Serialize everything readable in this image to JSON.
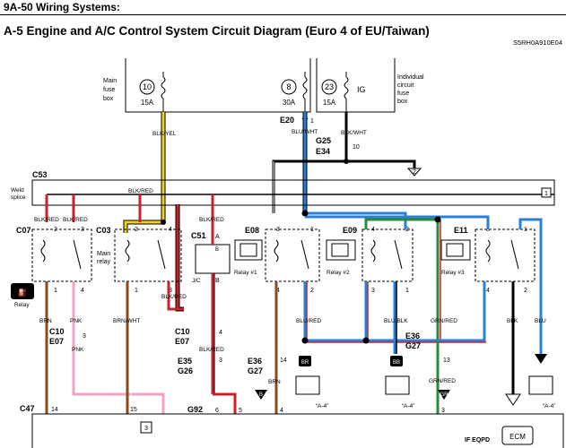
{
  "header": {
    "page_section": "9A-50   Wiring Systems:"
  },
  "title": "A-5 Engine and A/C Control System Circuit Diagram (Euro 4 of EU/Taiwan)",
  "doc_code": "S5RH0A910E04",
  "fuse_box": {
    "main_label_1": "Main",
    "main_label_2": "fuse",
    "main_label_3": "box",
    "indiv_label_1": "Individual",
    "indiv_label_2": "circuit",
    "indiv_label_3": "fuse",
    "indiv_label_4": "box",
    "fuse_10_num": "10",
    "fuse_10_amp": "15A",
    "fuse_8_num": "8",
    "fuse_8_amp": "30A",
    "fuse_23_num": "23",
    "fuse_23_amp": "15A",
    "ig": "IG"
  },
  "wires": {
    "blk_yel": "BLK/YEL",
    "blu_wht": "BLU/WHT",
    "blk_wht": "BLK/WHT",
    "blk_wht2": "BLK/WHT",
    "blk_red_1": "BLK/RED",
    "blk_red_2": "BLK/RED",
    "blk_red_3": "BLK/RED",
    "blk_red_4": "BLK/RED",
    "blk_red_5": "BLK/RED",
    "blk_red_6": "BLK/RED",
    "brn_1": "BRN",
    "pnk_1": "PNK",
    "pnk_2": "PNK",
    "brn_wht": "BRN/WHT",
    "blu_red": "BLU/RED",
    "blu_blk": "BLU/BLK",
    "grn_red": "GRN/RED",
    "grn_red2": "GRN/RED",
    "blk": "BLK",
    "blu": "BLU",
    "brn_2": "BRN"
  },
  "connectors": {
    "e20": "E20",
    "e20_pin": "1",
    "g25": "G25",
    "e34": "E34",
    "g25_pin": "10",
    "c53": "C53",
    "weld_splice_1": "Weld",
    "weld_splice_2": "splice",
    "c07": "C07",
    "c07_p2": "2",
    "c07_p3": "3",
    "c07_p1": "1",
    "c07_p4": "4",
    "c03": "C03",
    "c03_p2": "2",
    "c03_p4": "4",
    "c03_p1": "1",
    "c03_p3": "3",
    "main_relay_1": "Main",
    "main_relay_2": "relay",
    "c51": "C51",
    "c51_a": "A",
    "c51_b1": "B",
    "c51_b2": "B",
    "jc": "J/C",
    "e08": "E08",
    "e08_p3": "3",
    "e08_p1": "1",
    "e08_p4": "4",
    "e08_p2": "2",
    "e09": "E09",
    "e09_p4": "4",
    "e09_p2": "2",
    "e09_p3": "3",
    "e09_p1": "1",
    "e11": "E11",
    "e11_p3": "3",
    "e11_p1": "1",
    "e11_p4": "4",
    "e11_p2": "2",
    "relay1": "Relay #1",
    "relay2": "Relay #2",
    "relay3": "Relay #3",
    "c10_left": "C10",
    "e07_left": "E07",
    "c10_left_pin": "3",
    "c10_mid": "C10",
    "e07_mid": "E07",
    "c10_mid_pin": "4",
    "e35": "E35",
    "g26": "G26",
    "e35_pin": "3",
    "e36_l": "E36",
    "g27_l": "G27",
    "e36_l_pin": "14",
    "e36_r": "E36",
    "g27_r": "G27",
    "e36_r_pin": "13",
    "c47": "C47",
    "c47_pin": "14",
    "pin_15": "15",
    "g92": "G92",
    "g92_p6": "6",
    "g92_p5": "5",
    "pin_4": "4",
    "pin_3": "3",
    "box_3": "3",
    "box_1": "1",
    "box_2": "2",
    "relay_icon_label": "Relay",
    "br": "BR",
    "bb": "BB",
    "gr": "GR",
    "b1": "B",
    "b2": "B",
    "a4_1": "“A-4”",
    "a4_2": "“A-4”",
    "a4_3": "“A-4”",
    "if_eqpd": "IF EQPD",
    "ecm": "ECM"
  },
  "colors": {
    "yellow": "#f2d21a",
    "blue": "#2a7fd6",
    "red": "#c8232a",
    "brown": "#8b4a1f",
    "pink": "#f2a0c6",
    "green": "#2a8a3a",
    "black": "#000000"
  }
}
